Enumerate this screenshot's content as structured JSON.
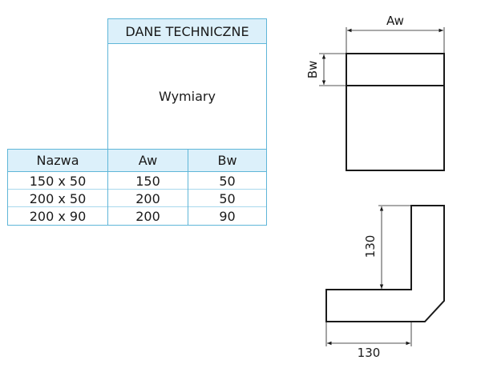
{
  "table": {
    "title": "DANE TECHNICZNE",
    "group_label": "Wymiary",
    "columns": [
      "Nazwa",
      "Aw",
      "Bw"
    ],
    "rows": [
      [
        "150 x 50",
        "150",
        "50"
      ],
      [
        "200 x 50",
        "200",
        "50"
      ],
      [
        "200 x 90",
        "200",
        "90"
      ]
    ]
  },
  "drawing_top": {
    "label_width": "Aw",
    "label_height": "Bw"
  },
  "drawing_bottom": {
    "label_height": "130",
    "label_width": "130"
  },
  "colors": {
    "header_bg": "#dcf0fa",
    "border": "#5fb6d8"
  }
}
